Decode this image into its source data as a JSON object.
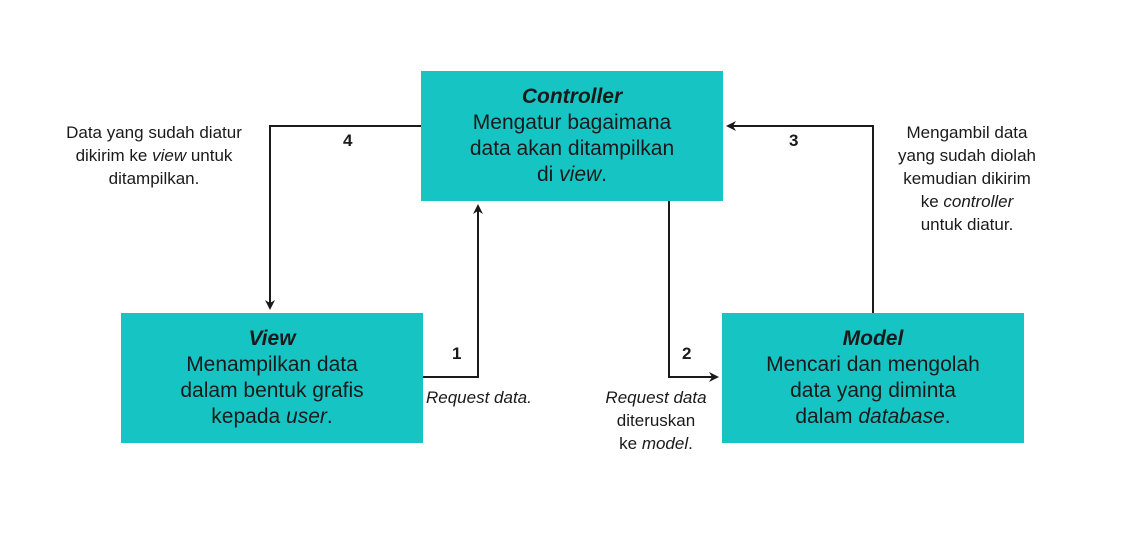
{
  "controller": {
    "title": "Controller",
    "line1": "Mengatur bagaimana",
    "line2": "data akan ditampilkan",
    "line3_pre": "di ",
    "line3_em": "view",
    "line3_post": "."
  },
  "view": {
    "title": "View",
    "line1": "Menampilkan data",
    "line2": "dalam bentuk grafis",
    "line3_pre": "kepada ",
    "line3_em": "user",
    "line3_post": "."
  },
  "model": {
    "title": "Model",
    "line1": "Mencari dan mengolah",
    "line2": "data yang diminta",
    "line3_pre": "dalam ",
    "line3_em": "database",
    "line3_post": "."
  },
  "arrows": {
    "step1": {
      "number": "1",
      "label": "Request data."
    },
    "step2": {
      "number": "2",
      "label_line1": "Request data",
      "label_line2": "diteruskan",
      "label_line3_pre": "ke ",
      "label_line3_em": "model",
      "label_line3_post": "."
    },
    "step3": {
      "number": "3",
      "label_line1": "Mengambil data",
      "label_line2": "yang sudah diolah",
      "label_line3": "kemudian dikirim",
      "label_line4_pre": "ke ",
      "label_line4_em": "controller",
      "label_line5": "untuk diatur."
    },
    "step4": {
      "number": "4",
      "label_line1": "Data yang sudah diatur",
      "label_line2_pre": "dikirim ke ",
      "label_line2_em": "view",
      "label_line2_post": " untuk",
      "label_line3": "ditampilkan."
    }
  },
  "colors": {
    "box_fill": "#17c4c4",
    "line": "#1a1a1a"
  }
}
